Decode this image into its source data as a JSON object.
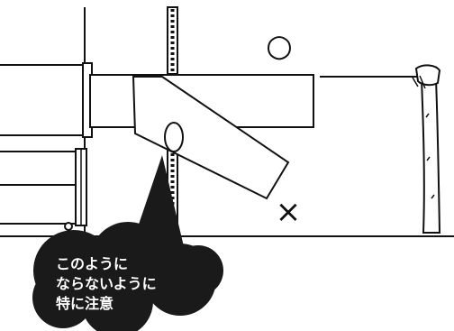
{
  "marks": {
    "correct": "○",
    "incorrect": "×"
  },
  "callout": {
    "lines": [
      "このように",
      "ならないように",
      "特に注意"
    ]
  },
  "colors": {
    "ink": "#111111",
    "paper": "#ffffff",
    "callout_fill": "#1a1a1a"
  }
}
